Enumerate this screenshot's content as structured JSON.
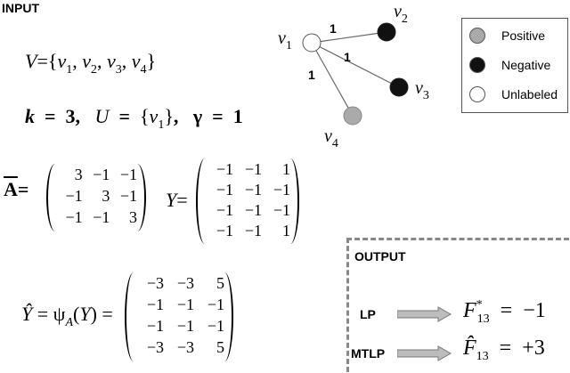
{
  "input_label": "INPUT",
  "output_label": "OUTPUT",
  "graph": {
    "nodes": [
      {
        "id": "v1",
        "base": "v",
        "sub": "1",
        "class": "unlabeled"
      },
      {
        "id": "v2",
        "base": "v",
        "sub": "2",
        "class": "negative"
      },
      {
        "id": "v3",
        "base": "v",
        "sub": "3",
        "class": "negative"
      },
      {
        "id": "v4",
        "base": "v",
        "sub": "4",
        "class": "positive"
      }
    ],
    "edges": [
      {
        "from": "v1",
        "to": "v2",
        "weight": "1"
      },
      {
        "from": "v1",
        "to": "v3",
        "weight": "1"
      },
      {
        "from": "v1",
        "to": "v4",
        "weight": "1"
      }
    ]
  },
  "legend": {
    "positive": "Positive",
    "negative": "Negative",
    "unlabeled": "Unlabeled"
  },
  "colors": {
    "positive": "#aaaaaa",
    "negative": "#111111",
    "unlabeled": "#ffffff",
    "arrow": "#bdbdbd",
    "dashed_border": "#888888"
  },
  "equations": {
    "V": {
      "lhs": "V",
      "eq": "=",
      "set": [
        "v1",
        "v2",
        "v3",
        "v4"
      ]
    },
    "params": {
      "k": "k",
      "k_val": "3",
      "U": "U",
      "U_val": "v1",
      "gamma": "γ",
      "gamma_val": "1"
    },
    "Abar_label": "A",
    "Y_label": "Y",
    "Yhat_label": "Ŷ",
    "psi": "ψ",
    "psi_sub": "A"
  },
  "matrices": {
    "Abar": [
      [
        "3",
        "−1",
        "−1"
      ],
      [
        "−1",
        "3",
        "−1"
      ],
      [
        "−1",
        "−1",
        "3"
      ]
    ],
    "Y": [
      [
        "−1",
        "−1",
        "1"
      ],
      [
        "−1",
        "−1",
        "−1"
      ],
      [
        "−1",
        "−1",
        "−1"
      ],
      [
        "−1",
        "−1",
        "1"
      ]
    ],
    "Yhat": [
      [
        "−3",
        "−3",
        "5"
      ],
      [
        "−1",
        "−1",
        "−1"
      ],
      [
        "−1",
        "−1",
        "−1"
      ],
      [
        "−3",
        "−3",
        "5"
      ]
    ]
  },
  "output": {
    "lp": {
      "method": "LP",
      "symbol": "F",
      "sup": "*",
      "sub": "13",
      "eq": "=",
      "value": "−1"
    },
    "mtlp": {
      "method": "MTLP",
      "symbol": "F̂",
      "sub": "13",
      "eq": "=",
      "value": "+3"
    }
  }
}
